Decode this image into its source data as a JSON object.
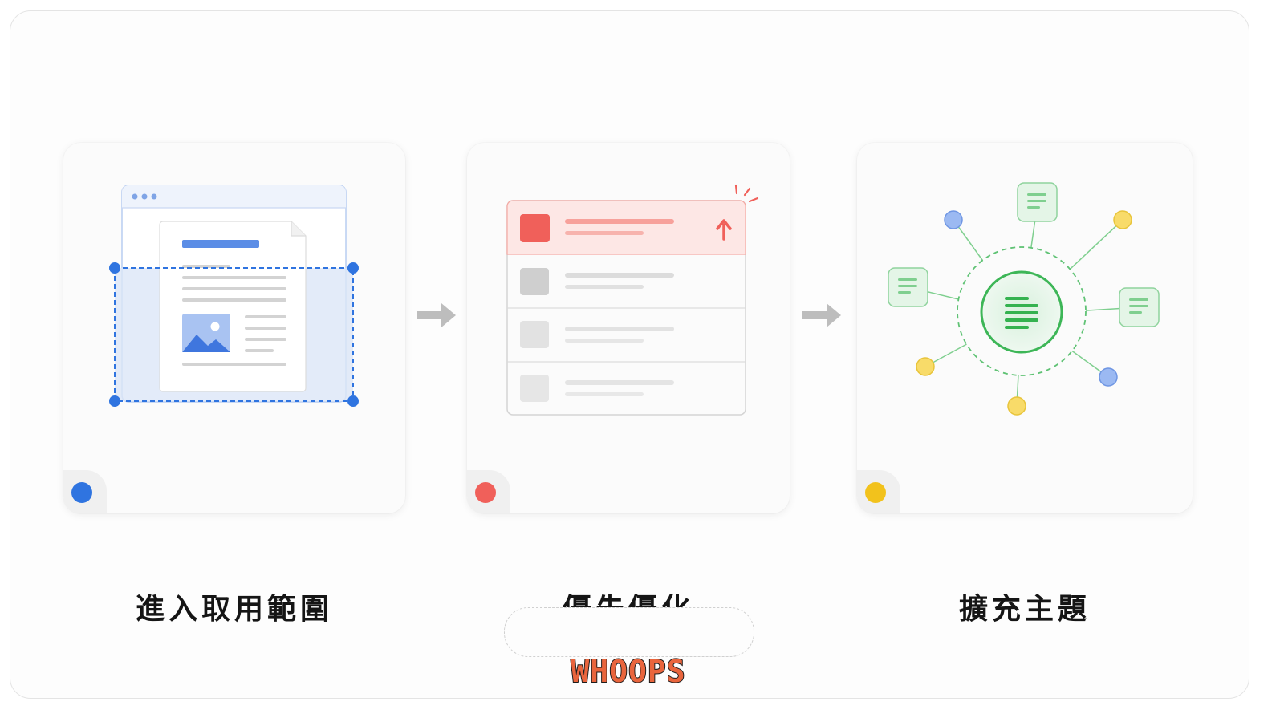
{
  "steps": [
    {
      "title": "進入取用範圍",
      "accent": "#2f74e0",
      "icon": "document-selection-icon"
    },
    {
      "title": "優先優化",
      "accent": "#f0605a",
      "icon": "priority-list-icon"
    },
    {
      "title": "擴充主題",
      "accent": "#f2c21c",
      "icon": "topic-network-icon"
    }
  ],
  "connectors": {
    "icon": "arrow-right-icon",
    "color": "#bdbdbd"
  },
  "watermark": "WHOOPS"
}
